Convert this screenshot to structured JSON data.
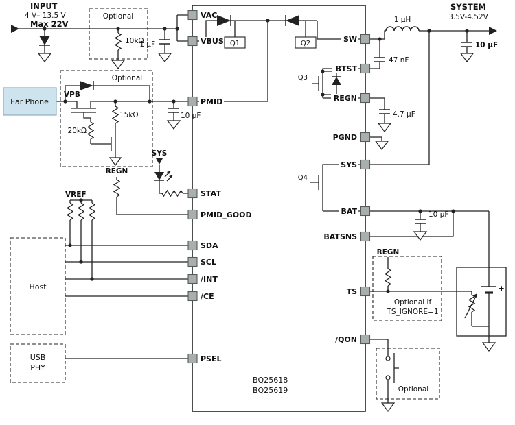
{
  "colors": {
    "wire": "#222222",
    "pin_fill": "#a9b0ac",
    "pin_stroke": "#565d59",
    "earphone_fill": "#cde4ef",
    "earphone_stroke": "#8fafc0",
    "background": "#ffffff"
  },
  "input": {
    "title": "INPUT",
    "range": "4 V– 13.5 V",
    "max": "Max 22V",
    "optional": "Optional",
    "pullup_resistor": "10kΩ",
    "cap": "1 µF"
  },
  "system": {
    "title": "SYSTEM",
    "range": "3.5V-4.52V",
    "inductor": "1 µH",
    "cap": "10 µF"
  },
  "ic": {
    "part_line1": "BQ25618",
    "part_line2": "BQ25619",
    "left_pins": [
      "VAC",
      "VBUS",
      "PMID",
      "STAT",
      "PMID_GOOD",
      "SDA",
      "SCL",
      "/INT",
      "/CE",
      "PSEL"
    ],
    "right_pins": [
      "SW",
      "BTST",
      "REGN",
      "PGND",
      "SYS",
      "BAT",
      "BATSNS",
      "TS",
      "/QON"
    ],
    "q1": "Q1",
    "q2": "Q2",
    "q3": "Q3",
    "q4": "Q4"
  },
  "earphone": {
    "device": "Ear Phone",
    "node": "VPB",
    "optional": "Optional",
    "r_20k": "20kΩ",
    "r_15k": "15kΩ",
    "pmid_cap": "10 µF"
  },
  "stat": {
    "supply": "SYS",
    "pullup": "REGN"
  },
  "i2c": {
    "vref": "VREF",
    "host": "Host"
  },
  "usb": {
    "line1": "USB",
    "line2": "PHY"
  },
  "power": {
    "btst_cap": "47 nF",
    "regn_cap": "4.7 µF"
  },
  "battery": {
    "cap": "10 µF",
    "ts_pullup": "REGN",
    "ts_note1": "Optional if",
    "ts_note2": "TS_IGNORE=1",
    "plus": "+"
  },
  "qon": {
    "optional": "Optional"
  }
}
